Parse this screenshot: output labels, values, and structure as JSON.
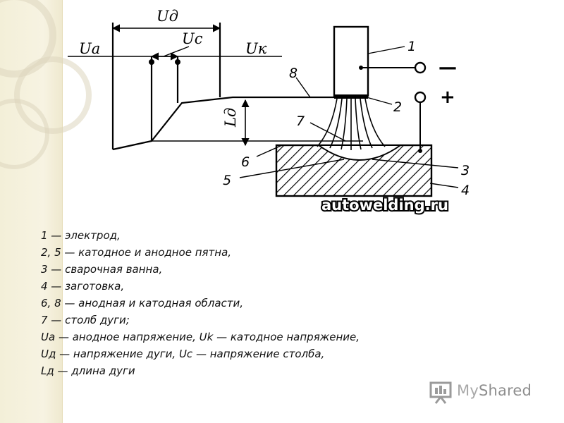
{
  "diagram": {
    "labels": {
      "u_a": "Uа",
      "u_d": "Uд",
      "u_c": "Uс",
      "u_k": "Uк",
      "l_d": "Lд",
      "minus": "—",
      "plus": "+",
      "n1": "1",
      "n2": "2",
      "n3": "3",
      "n4": "4",
      "n5": "5",
      "n6": "6",
      "n7": "7",
      "n8": "8"
    },
    "watermark": "autowelding.ru"
  },
  "legend": {
    "lines": [
      "1 — электрод,",
      "2, 5 — катодное и анодное пятна,",
      "3 — сварочная ванна,",
      "4 — заготовка,",
      "6, 8 — анодная и катодная области,",
      "7 — столб дуги;",
      "Uа — анодное напряжение, Uk — катодное напряжение,",
      "Uд — напряжение дуги, Uс — напряжение столба,",
      "Lд — длина дуги"
    ]
  },
  "brand": {
    "name_prefix": "My",
    "name_suffix": "Shared"
  }
}
